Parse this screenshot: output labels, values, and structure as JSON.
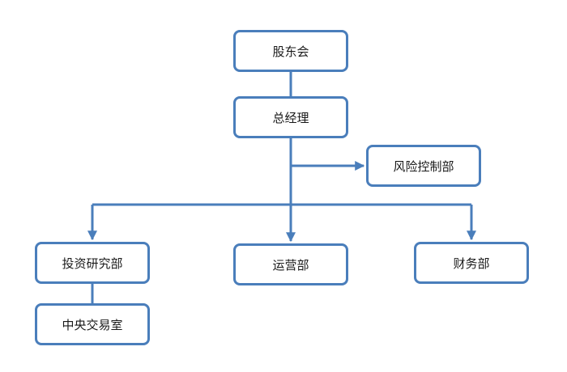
{
  "diagram": {
    "nodes": {
      "shareholders": "股东会",
      "general_manager": "总经理",
      "risk_control": "风险控制部",
      "investment_research": "投资研究部",
      "operations": "运营部",
      "finance": "财务部",
      "central_trading": "中央交易室"
    },
    "colors": {
      "line": "#4a7ebb",
      "node_border": "#4a7ebb",
      "node_fill": "#ffffff",
      "text": "#1a1a1a"
    }
  }
}
